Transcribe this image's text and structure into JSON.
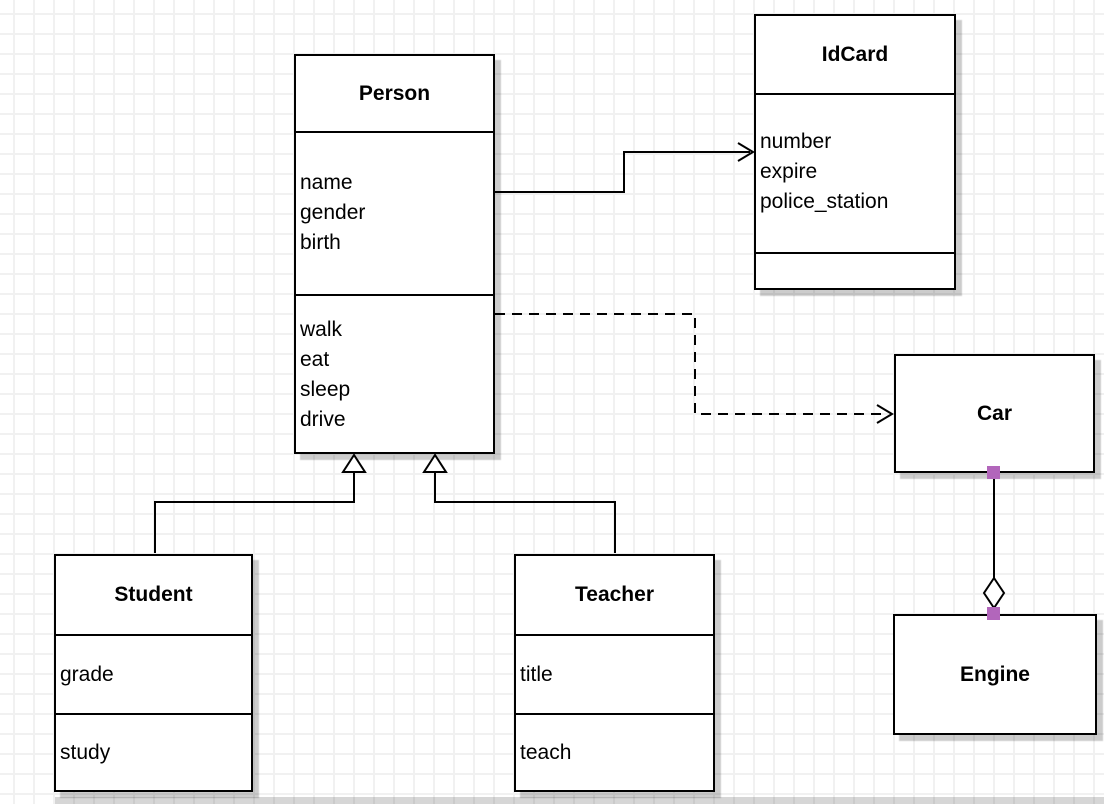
{
  "diagram": {
    "classes": {
      "person": {
        "title": "Person",
        "attributes": [
          "name",
          "gender",
          "birth"
        ],
        "methods": [
          "walk",
          "eat",
          "sleep",
          "drive"
        ]
      },
      "idcard": {
        "title": "IdCard",
        "attributes": [
          "number",
          "expire",
          "police_station"
        ],
        "methods": []
      },
      "car": {
        "title": "Car",
        "attributes": [],
        "methods": []
      },
      "engine": {
        "title": "Engine",
        "attributes": [],
        "methods": []
      },
      "student": {
        "title": "Student",
        "attributes": [
          "grade"
        ],
        "methods": [
          "study"
        ]
      },
      "teacher": {
        "title": "Teacher",
        "attributes": [
          "title"
        ],
        "methods": [
          "teach"
        ]
      }
    },
    "relationships": [
      {
        "type": "directed-association",
        "from": "Person",
        "to": "IdCard",
        "line": "solid",
        "arrow": "open"
      },
      {
        "type": "dependency",
        "from": "Person",
        "to": "Car",
        "line": "dashed",
        "arrow": "open"
      },
      {
        "type": "generalization",
        "from": "Student",
        "to": "Person",
        "line": "solid",
        "arrow": "hollow-triangle"
      },
      {
        "type": "generalization",
        "from": "Teacher",
        "to": "Person",
        "line": "solid",
        "arrow": "hollow-triangle"
      },
      {
        "type": "aggregation",
        "from": "Engine",
        "to": "Car",
        "line": "solid",
        "arrow": "hollow-diamond",
        "selected": true
      }
    ],
    "colors": {
      "box_border": "#000000",
      "box_fill": "#ffffff",
      "shadow": "#cccccc",
      "grid_line": "#f1f1f1",
      "background": "#ffffff",
      "selection_handle": "#b266bb"
    }
  }
}
